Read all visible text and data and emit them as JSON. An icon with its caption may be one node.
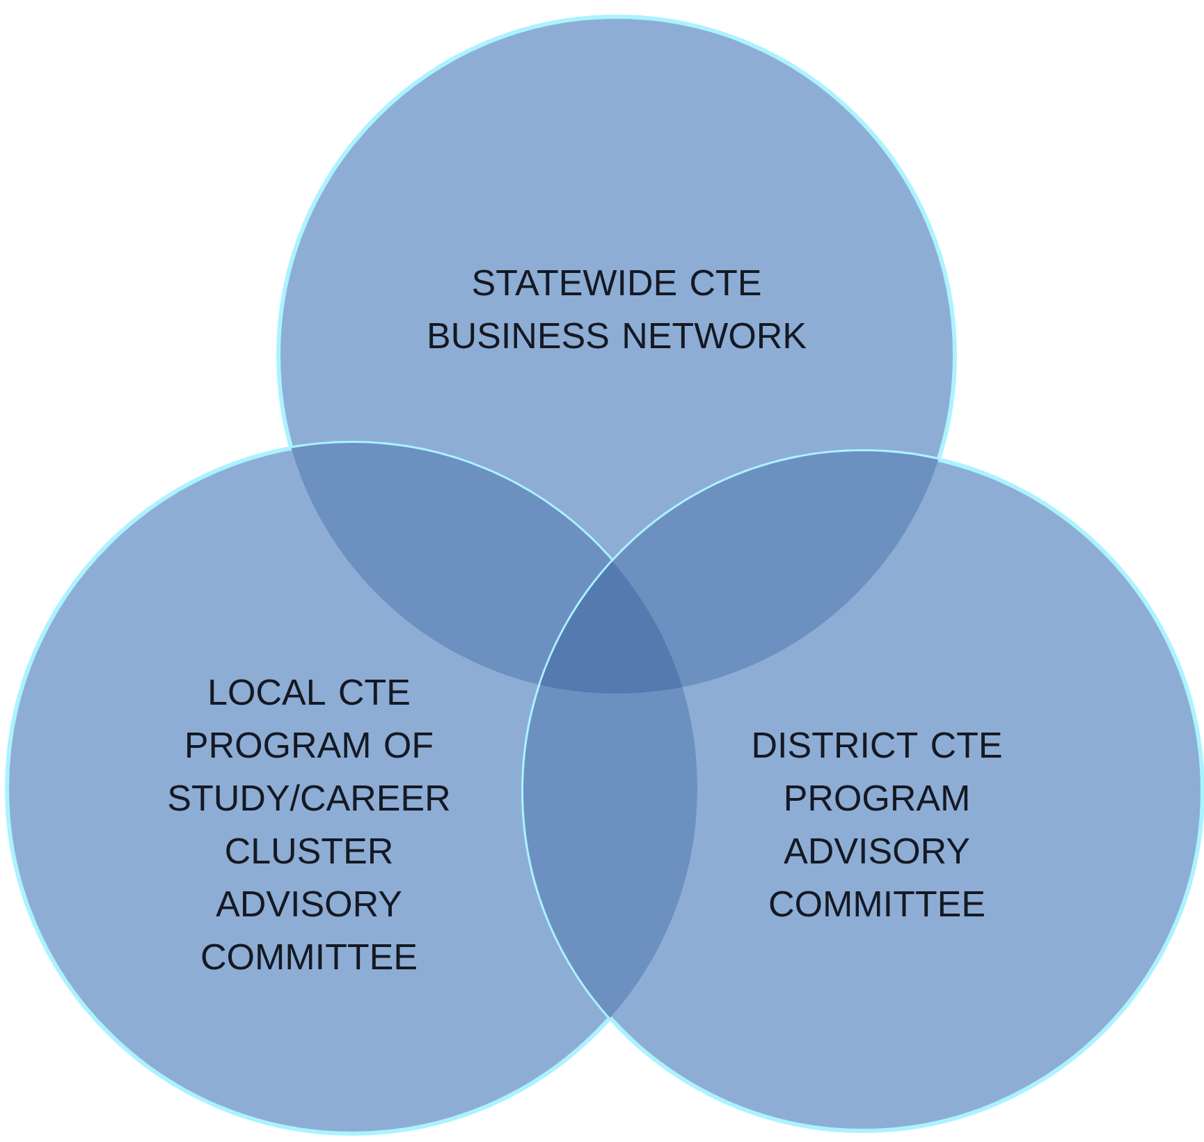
{
  "diagram": {
    "nodes": [
      {
        "text": [
          "STATEWIDE CTE BUSINESS NETWORK"
        ]
      },
      {
        "text": [
          "LOCAL CTE PROGRAM OF STUDY/CAREER CLUSTER ADVISORY COMMITTEE"
        ]
      },
      {
        "text": [
          "DISTRICT CTE PROGRAM ADVISORY COMMITTEE"
        ]
      }
    ]
  }
}
